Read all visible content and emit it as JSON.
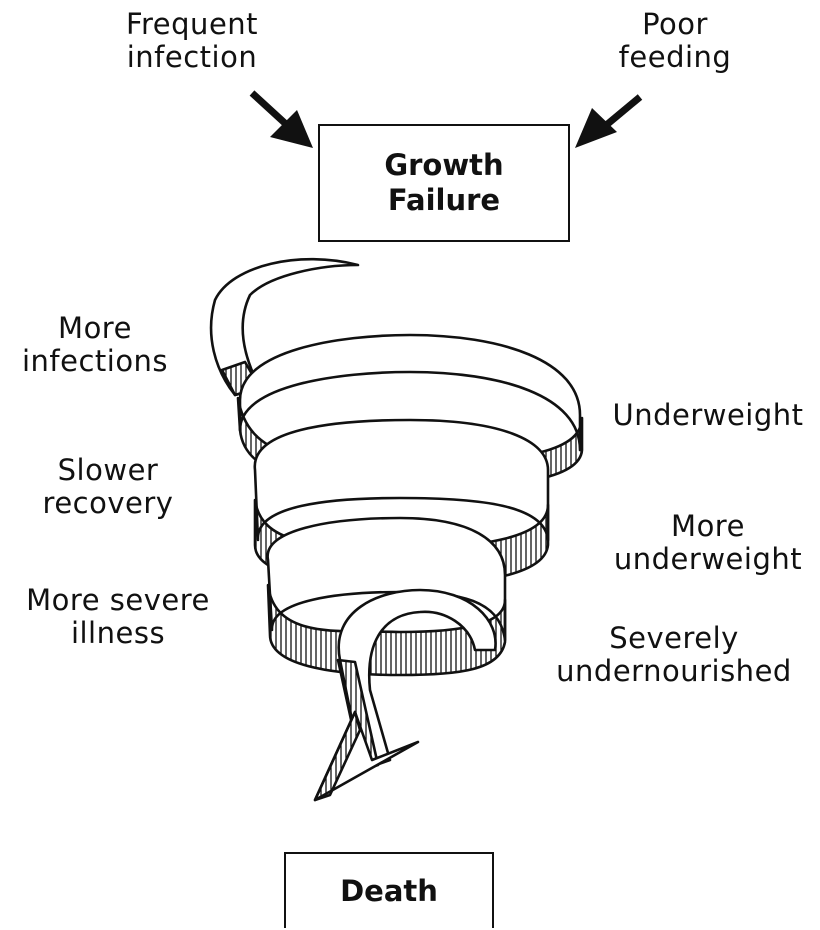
{
  "inputs": {
    "left": "Frequent\ninfection",
    "right": "Poor\nfeeding"
  },
  "boxes": {
    "top": "Growth\nFailure",
    "bottom": "Death"
  },
  "left_labels": [
    "More\ninfections",
    "Slower\nrecovery",
    "More severe\nillness"
  ],
  "right_labels": [
    "Underweight",
    "More\nunderweight",
    "Severely\nundernourished"
  ],
  "colors": {
    "ink": "#111111",
    "paper": "#ffffff"
  },
  "icons": [
    "arrow-left-input-icon",
    "arrow-right-input-icon",
    "spiral-ribbon-icon",
    "down-arrowhead-icon"
  ]
}
